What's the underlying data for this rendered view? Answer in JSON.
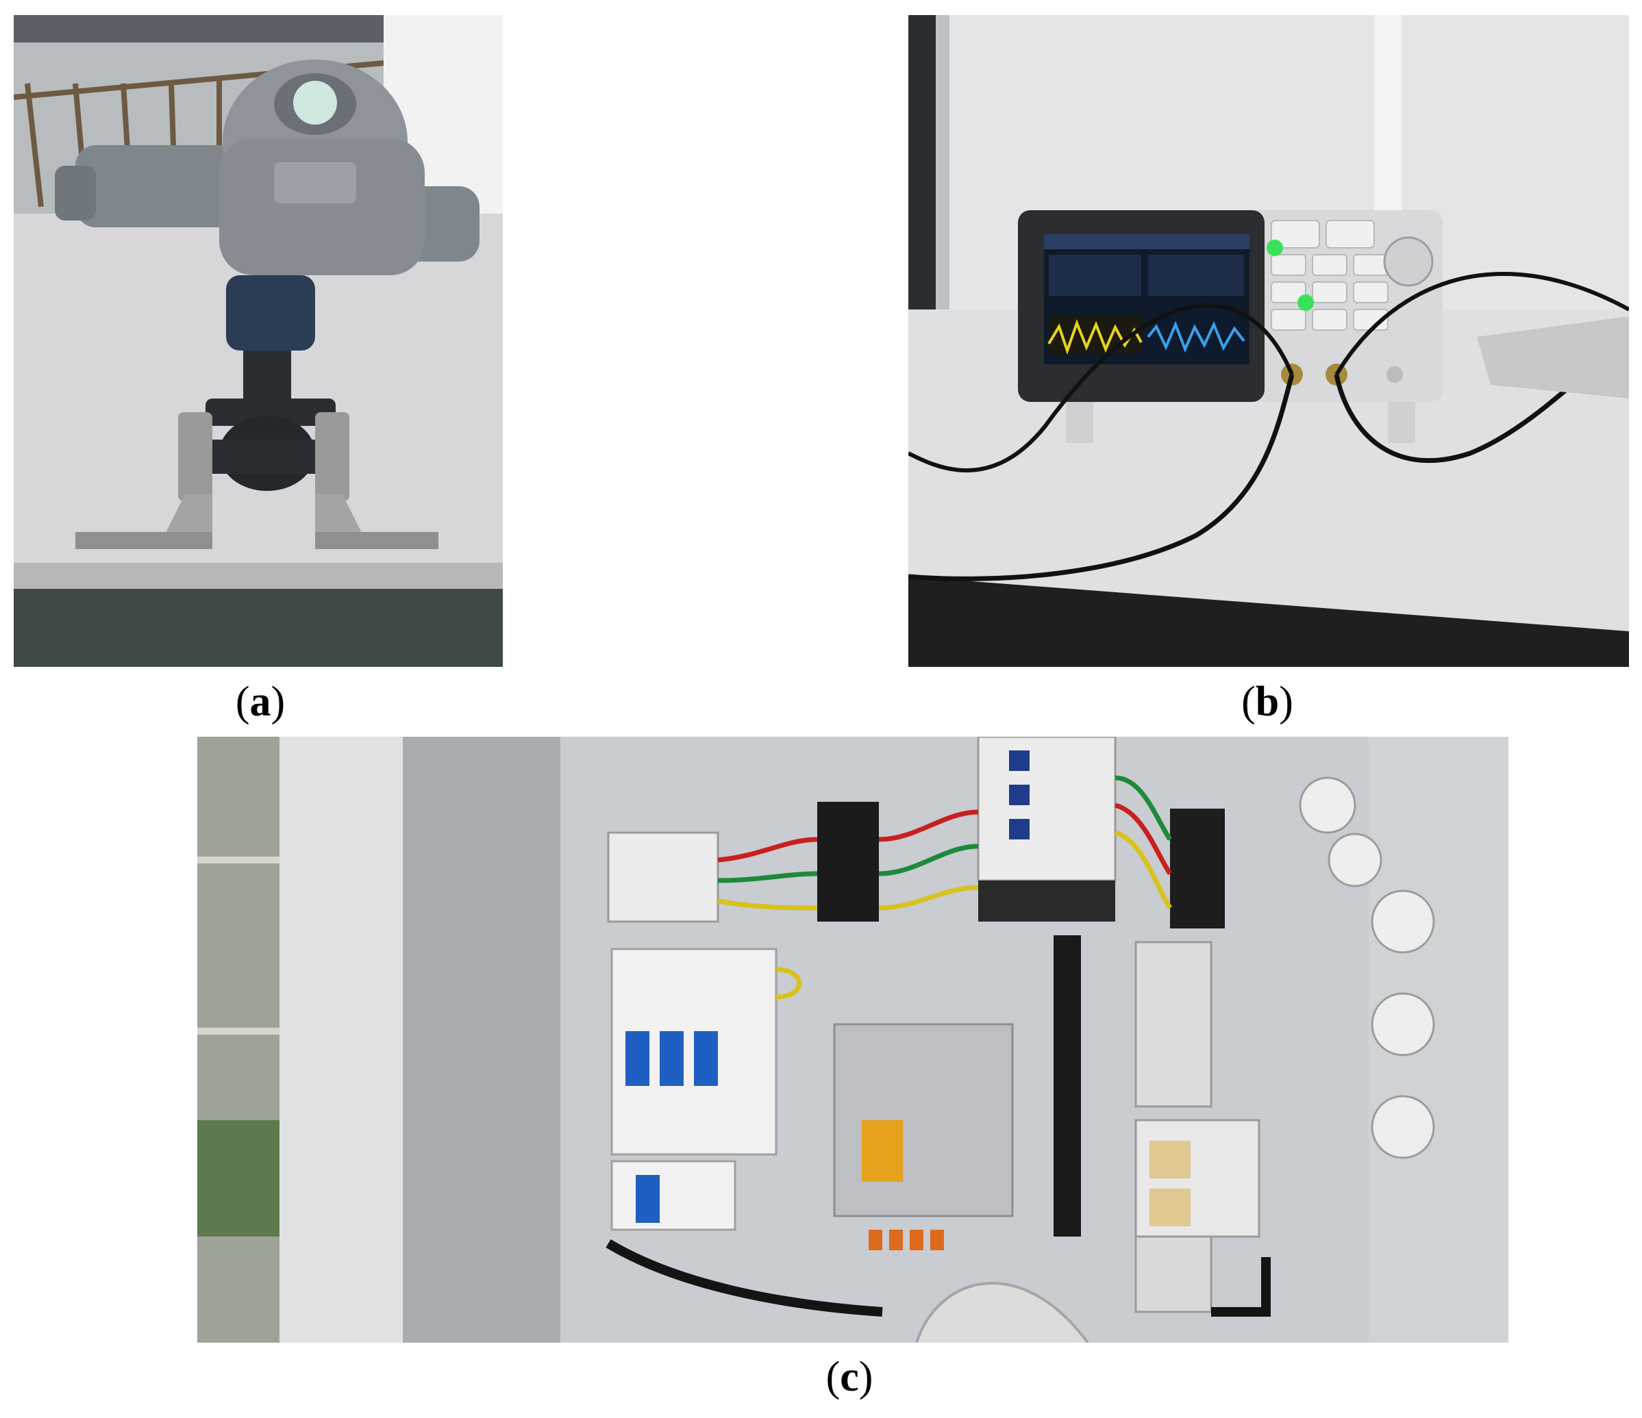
{
  "figure": {
    "panels": [
      {
        "id": "a",
        "letter": "a",
        "subject": "electric-actuator-valve-photo"
      },
      {
        "id": "b",
        "letter": "b",
        "subject": "signal-generator-oscilloscope-photo"
      },
      {
        "id": "c",
        "letter": "c",
        "subject": "electrical-control-cabinet-photo"
      }
    ]
  },
  "colors": {
    "background": "#ffffff",
    "wall": "#e6e7e9",
    "cabinet_panel": "#c9ccd0",
    "breaker_blue": "#1f5fc1",
    "wire_red": "#c8201e",
    "wire_green": "#1d8a3a",
    "wire_yellow": "#d9c21a",
    "screen_yellow": "#e6d320",
    "screen_blue": "#3aa0e8",
    "led_green": "#39e25a"
  }
}
